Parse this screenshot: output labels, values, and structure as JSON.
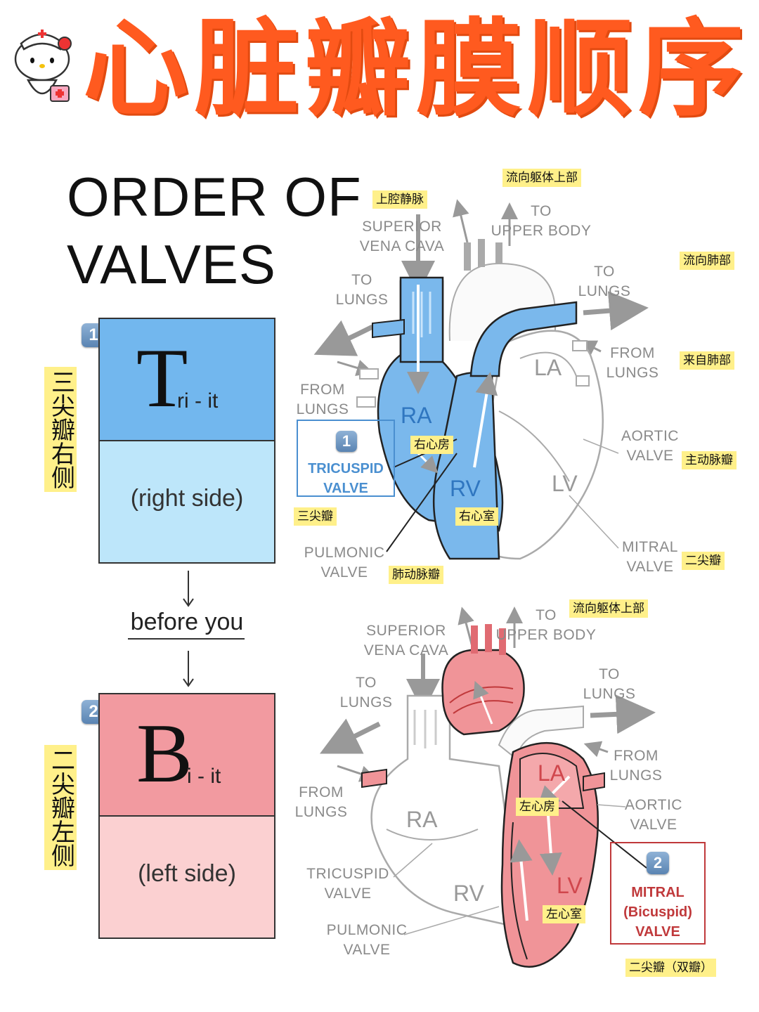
{
  "header": {
    "title": "心脏瓣膜顺序",
    "mascot_icon": "nurse-kitty-icon"
  },
  "left": {
    "title_line1": "ORDER OF",
    "title_line2": "VALVES",
    "tricuspid": {
      "badge": "1",
      "letter": "T",
      "suffix": "ri - it",
      "side": "(right side)",
      "side_label": "三尖瓣右侧",
      "color_top": "#72b7ee",
      "color_bottom": "#bde6fa"
    },
    "connector": "before you",
    "bicuspid": {
      "badge": "2",
      "letter": "B",
      "suffix": "i - it",
      "side": "(left side)",
      "side_label": "二尖瓣左侧",
      "color_top": "#f29aa0",
      "color_bottom": "#fbd0d1"
    }
  },
  "diagram_top": {
    "labels": {
      "svc": "SUPERIOR\nVENA CAVA",
      "upper_body": "TO\nUPPER BODY",
      "to_lungs_left": "TO\nLUNGS",
      "to_lungs_right": "TO\nLUNGS",
      "from_lungs_right": "FROM\nLUNGS",
      "from_lungs_left": "FROM\nLUNGS",
      "aortic": "AORTIC\nVALVE",
      "mitral": "MITRAL\nVALVE",
      "pulmonic": "PULMONIC\nVALVE"
    },
    "chambers": {
      "ra": "RA",
      "rv": "RV",
      "la": "LA",
      "lv": "LV"
    },
    "valve_box": {
      "badge": "1",
      "text": "TRICUSPID\nVALVE",
      "color": "#4a8fd0"
    },
    "notes": {
      "svc": "上腔静脉",
      "upper_body": "流向躯体上部",
      "to_lungs": "流向肺部",
      "from_lungs": "来自肺部",
      "ra": "右心房",
      "aortic": "主动脉瓣",
      "tricuspid": "三尖瓣",
      "rv": "右心室",
      "mitral": "二尖瓣",
      "pulmonic": "肺动脉瓣"
    },
    "accent": "#7ab8ec"
  },
  "diagram_bottom": {
    "labels": {
      "svc": "SUPERIOR\nVENA CAVA",
      "upper_body": "TO\nUPPER BODY",
      "to_lungs_left": "TO\nLUNGS",
      "to_lungs_right": "TO\nLUNGS",
      "from_lungs_right": "FROM\nLUNGS",
      "from_lungs_left": "FROM\nLUNGS",
      "aortic": "AORTIC\nVALVE",
      "tricuspid": "TRICUSPID\nVALVE",
      "pulmonic": "PULMONIC\nVALVE"
    },
    "chambers": {
      "ra": "RA",
      "rv": "RV",
      "la": "LA",
      "lv": "LV"
    },
    "valve_box": {
      "badge": "2",
      "text": "MITRAL\n(Bicuspid)\nVALVE",
      "color": "#c0393b"
    },
    "notes": {
      "upper_body": "流向躯体上部",
      "la": "左心房",
      "lv": "左心室",
      "mitral": "二尖瓣（双瓣）"
    },
    "accent": "#f09498"
  }
}
